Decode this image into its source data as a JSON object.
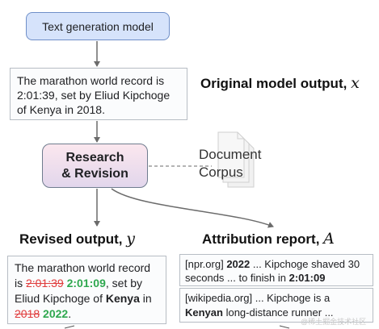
{
  "model_box": {
    "label": "Text generation model"
  },
  "original_output": {
    "text": "The marathon world record is 2:01:39, set by Eliud Kipchoge of Kenya in 2018.",
    "heading": "Original model output,",
    "variable": "x"
  },
  "research": {
    "line1": "Research",
    "line2": "& Revision"
  },
  "corpus": {
    "line1": "Document",
    "line2": "Corpus"
  },
  "revised": {
    "heading": "Revised output,",
    "variable": "y",
    "t1": "The marathon world record is ",
    "old_time": "2:01:39",
    "new_time": "2:01:09",
    "t2": ", set by Eliud Kipchoge of ",
    "country": "Kenya",
    "t3": " in ",
    "old_year": "2018",
    "new_year": "2022",
    "t4": "."
  },
  "attribution": {
    "heading": "Attribution report,",
    "variable": "A",
    "item1": {
      "source": "[npr.org] ",
      "bold1": "2022",
      "mid": " ... Kipchoge shaved 30 seconds ... to finish in ",
      "bold2": "2:01:09"
    },
    "item2": {
      "source": "[wikipedia.org] ",
      "mid": "... Kipchoge is a ",
      "bold1": "Kenyan",
      "end": " long-distance runner ..."
    }
  },
  "watermark": "@稀土掘金技术社区",
  "colors": {
    "model_fill": "#d6e3fb",
    "strike": "#e03b3b",
    "new_value": "#2fa84f"
  }
}
